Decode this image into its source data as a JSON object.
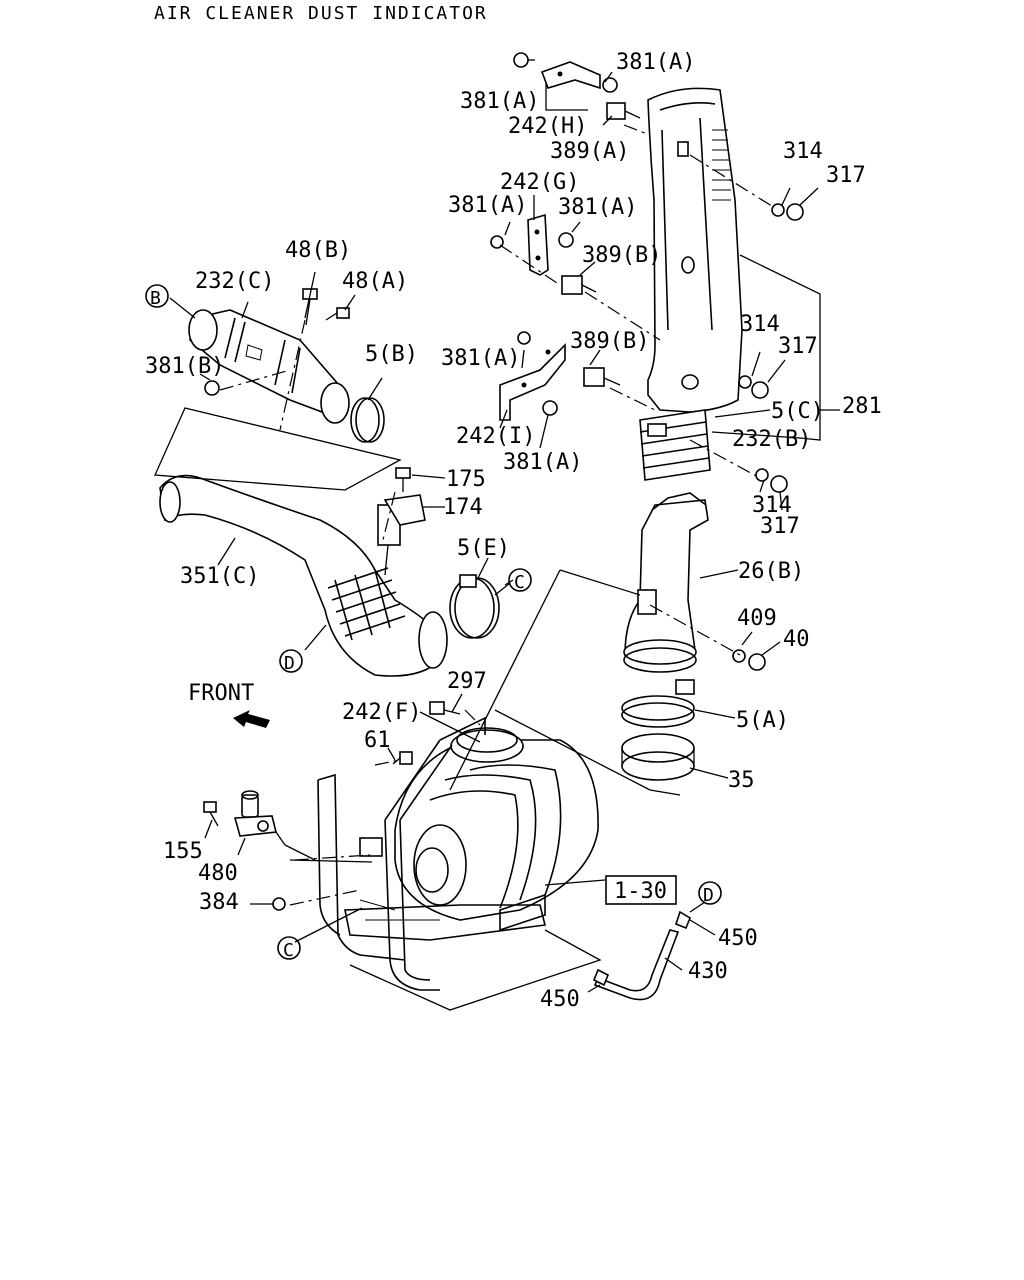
{
  "title": "AIR CLEANER DUST INDICATOR",
  "front_label": "FRONT",
  "ref_box": "1-30",
  "markers": {
    "b": "B",
    "c1": "C",
    "c2": "C",
    "d1": "D",
    "d2": "D"
  },
  "labels": {
    "l381a_1": "381(A)",
    "l381a_2": "381(A)",
    "l242h": "242(H)",
    "l389a": "389(A)",
    "l314_1": "314",
    "l317_1": "317",
    "l242g": "242(G)",
    "l381a_3": "381(A)",
    "l381a_4": "381(A)",
    "l389b_1": "389(B)",
    "l48b": "48(B)",
    "l232c": "232(C)",
    "l48a": "48(A)",
    "l314_2": "314",
    "l317_2": "317",
    "l381b": "381(B)",
    "l5b": "5(B)",
    "l381a_5": "381(A)",
    "l389b_2": "389(B)",
    "l5c": "5(C)",
    "l281": "281",
    "l232b": "232(B)",
    "l242i": "242(I)",
    "l381a_6": "381(A)",
    "l175": "175",
    "l174": "174",
    "l314_3": "314",
    "l317_3": "317",
    "l5e": "5(E)",
    "l351c": "351(C)",
    "l26b": "26(B)",
    "l409": "409",
    "l40": "40",
    "l297": "297",
    "l242f": "242(F)",
    "l5a": "5(A)",
    "l61": "61",
    "l35": "35",
    "l155": "155",
    "l480": "480",
    "l384": "384",
    "l450_1": "450",
    "l430": "430",
    "l450_2": "450"
  }
}
